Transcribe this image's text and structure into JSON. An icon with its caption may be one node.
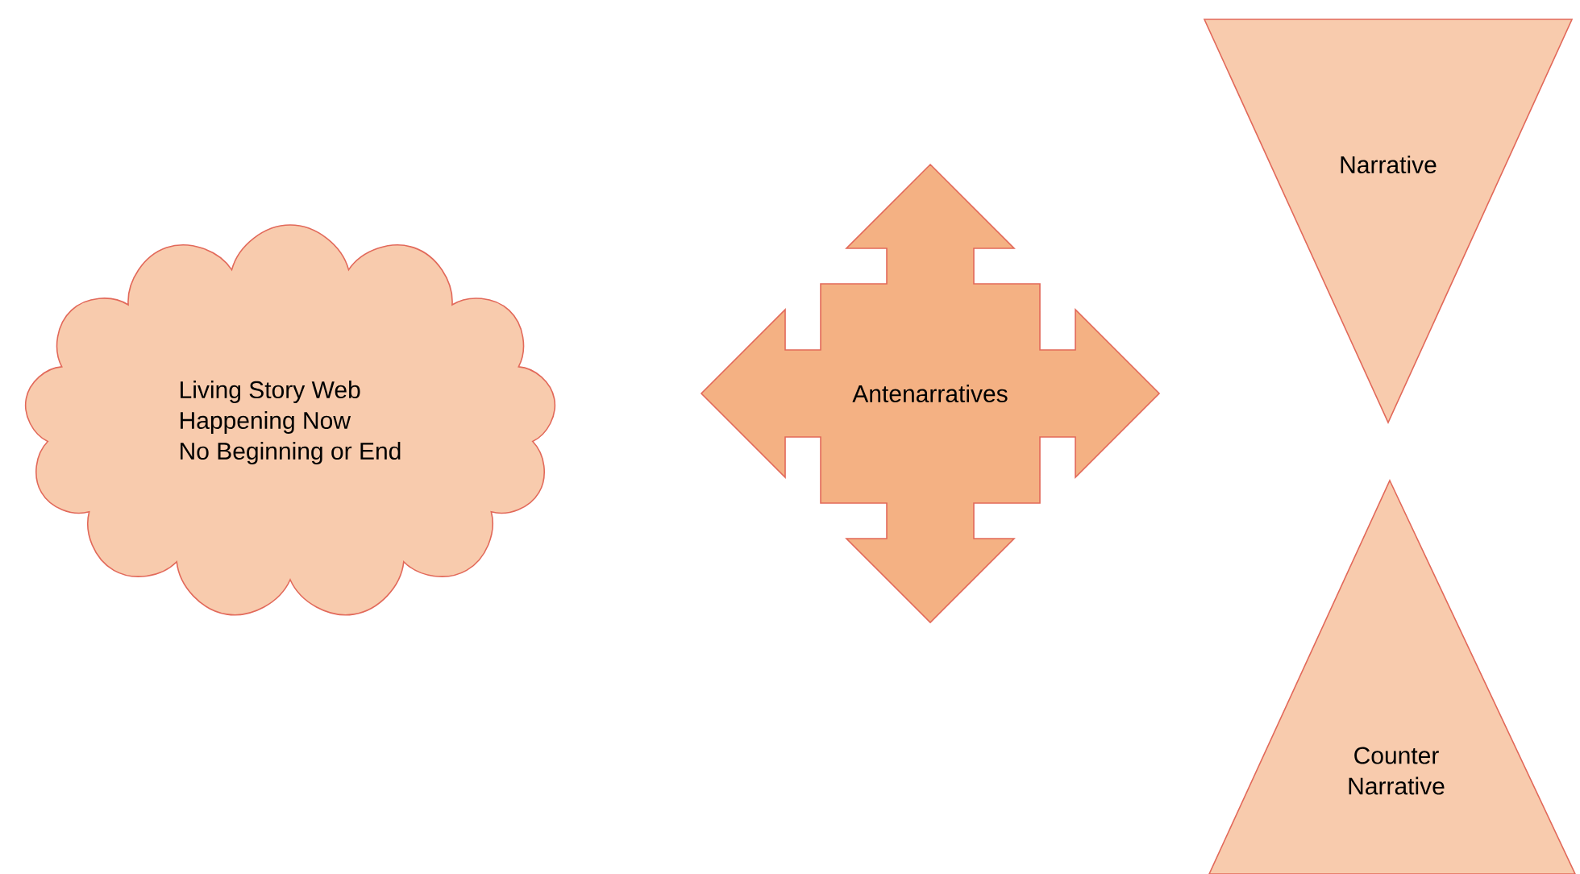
{
  "diagram": {
    "nodes": [
      {
        "text": [
          "Living Story Web",
          "Happening Now",
          "No Beginning or End"
        ]
      },
      {
        "text": [
          "Antenarratives"
        ]
      },
      {
        "text": [
          "Narrative"
        ]
      },
      {
        "text": [
          "Counter Narrative"
        ]
      }
    ]
  }
}
